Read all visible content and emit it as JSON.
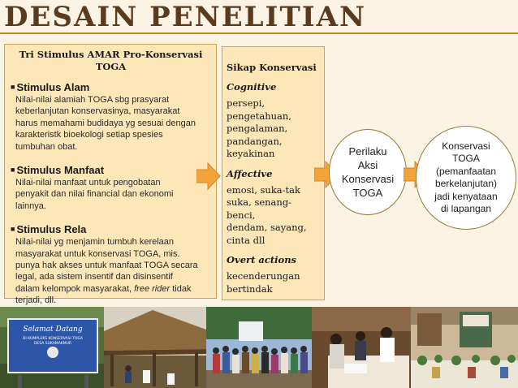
{
  "title": "DESAIN PENELITIAN",
  "stimulus_panel": {
    "heading_line1": "Tri Stimulus AMAR Pro-Konservasi",
    "heading_line2": "TOGA",
    "sections": [
      {
        "title": "Stimulus Alam",
        "lines": [
          "Nilai-nilai alamiah TOGA sbg prasyarat",
          "keberlanjutan konservasinya, masyarakat",
          "harus memahami  budidaya yg sesuai dengan",
          "karakteristk bioekologi setiap spesies",
          "tumbuhan obat."
        ]
      },
      {
        "title": "Stimulus Manfaat",
        "lines": [
          "Nilai-nilai manfaat untuk pengobatan",
          "penyakit dan nilai financial dan ekonomi",
          "lainnya."
        ]
      },
      {
        "title": "Stimulus Rela",
        "lines": [
          "Nilai-nilai yg menjamin  tumbuh kerelaan",
          "masyarakat untuk konservasi TOGA, mis.",
          "punya hak akses untuk manfaat TOGA secara",
          "legal, ada sistem insentif dan disinsentif"
        ],
        "last_line_pre": "dalam kelompok masyarakat, ",
        "last_line_italic": "free rider",
        "last_line_post": " tidak",
        "extra_line": "terjadi, dll."
      }
    ]
  },
  "attitude_panel": {
    "title": "Sikap Konservasi",
    "cognitive_label": "Cognitive",
    "cognitive_lines": [
      "persepi,",
      "pengetahuan,",
      "pengalaman,",
      "pandangan,",
      "keyakinan"
    ],
    "affective_label": "Affective",
    "affective_lines": [
      "emosi, suka-tak",
      "suka, senang- benci,",
      "dendam, sayang,",
      "cinta dll"
    ],
    "overt_label": "Overt actions",
    "overt_lines": [
      "kecenderungan",
      "bertindak"
    ]
  },
  "behavior_circle": {
    "lines": [
      "Perilaku",
      "Aksi",
      "Konservasi",
      "TOGA"
    ]
  },
  "outcome_circle": {
    "lines": [
      "Konservasi",
      "TOGA",
      "(pemanfaatan",
      "berkelanjutan)",
      "jadi kenyataan",
      "di lapangan"
    ]
  },
  "photo1_sign": {
    "lines": [
      "Selamat Datang",
      "DI KOMPLEKS KONSERVASI TOGA",
      "DESA SUKAMAKMUR"
    ]
  },
  "colors": {
    "arrow": "#f2a43a",
    "title": "#5b3b1e",
    "panel": "#fde6b8",
    "rule": "#b8892f"
  }
}
